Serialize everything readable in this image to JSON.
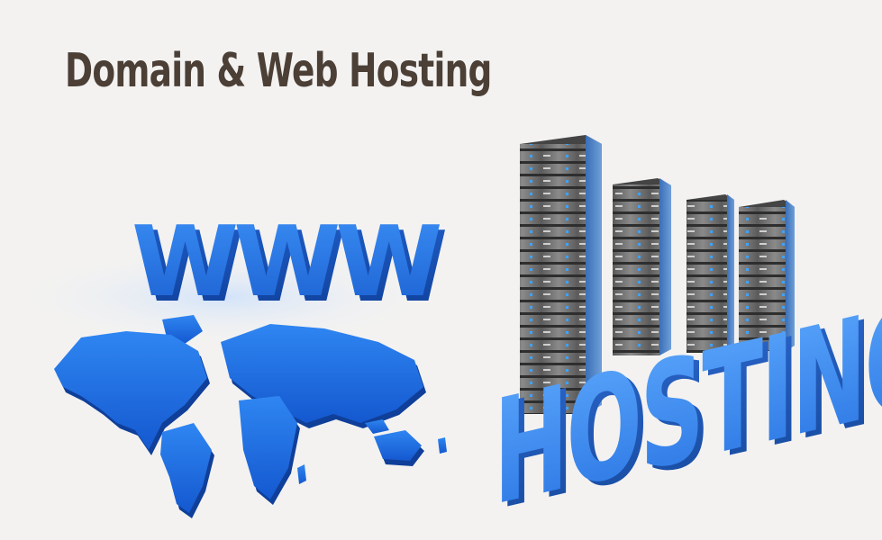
{
  "headline": {
    "text": "Domain & Web Hosting",
    "color": "#4b3f36"
  },
  "www_graphic": {
    "text": "WWW",
    "icon": "world-map-icon",
    "color": "#1f6fe6"
  },
  "hosting_graphic": {
    "text": "HOSTING",
    "icon": "server-rack-icon",
    "color": "#2f7ce8"
  }
}
